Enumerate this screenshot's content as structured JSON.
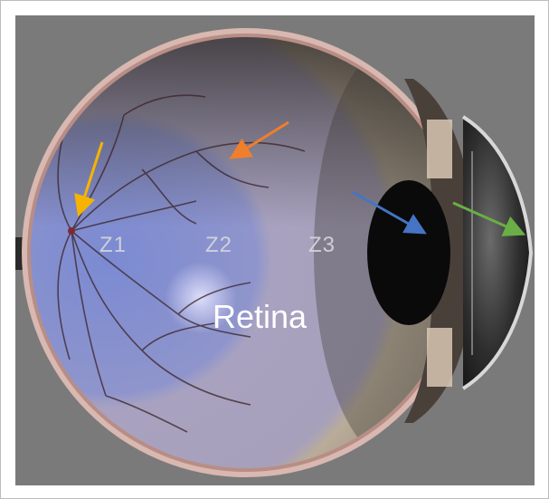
{
  "labels": {
    "zone1": "Z1",
    "zone2": "Z2",
    "zone3": "Z3",
    "retina": "Retina"
  },
  "arrows": [
    {
      "name": "yellow-arrow",
      "color": "#f6b400"
    },
    {
      "name": "orange-arrow",
      "color": "#ef7f2c"
    },
    {
      "name": "blue-arrow",
      "color": "#4674c4"
    },
    {
      "name": "green-arrow",
      "color": "#6aae46"
    }
  ],
  "colors": {
    "background": "#7a7a7a",
    "zone1": "#7b85c8",
    "zone2": "#a59fbc",
    "zone3": "#b7aa98",
    "lens": "#0a0a0a"
  }
}
